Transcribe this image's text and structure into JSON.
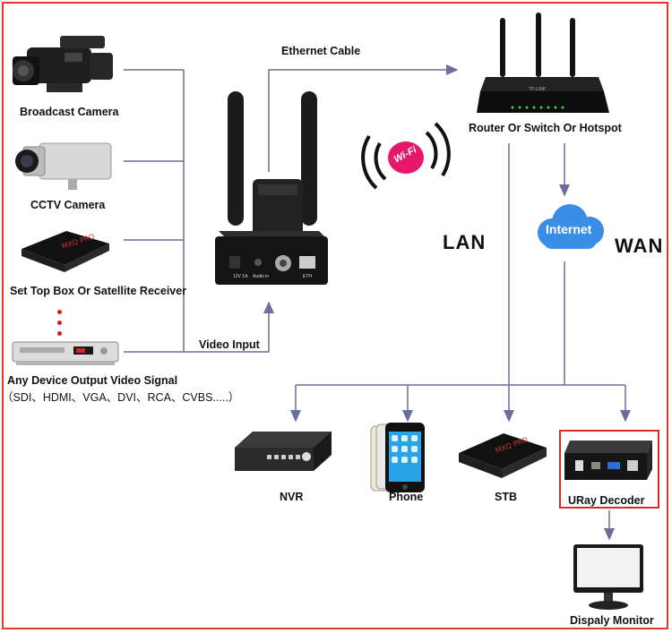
{
  "sources": {
    "broadcast_camera": "Broadcast Camera",
    "cctv_camera": "CCTV Camera",
    "set_top_box": "Set Top Box Or Satellite Receiver",
    "any_device": "Any Device Output Video Signal",
    "signals": "（SDI、HDMI、VGA、DVI、RCA、CVBS.....）"
  },
  "links": {
    "ethernet_cable": "Ethernet Cable",
    "video_input": "Video Input",
    "lan": "LAN",
    "wan": "WAN",
    "internet": "Internet",
    "wifi": "Wi-Fi"
  },
  "router": {
    "label": "Router Or Switch Or Hotspot",
    "brand": "TP-LINK"
  },
  "encoder_ports": {
    "power": "12V 1A",
    "audio": "Audio in",
    "eth": "ETH"
  },
  "outputs": {
    "nvr": "NVR",
    "phone": "Phone",
    "stb": "STB",
    "decoder": "URay Decoder",
    "monitor": "Dispaly Monitor"
  },
  "box_brand": "MXQ PRO",
  "colors": {
    "line": "#6a6f9c",
    "frame": "#e5392d",
    "cloud": "#3a8ee6",
    "arrow": "#6a6f9c"
  }
}
